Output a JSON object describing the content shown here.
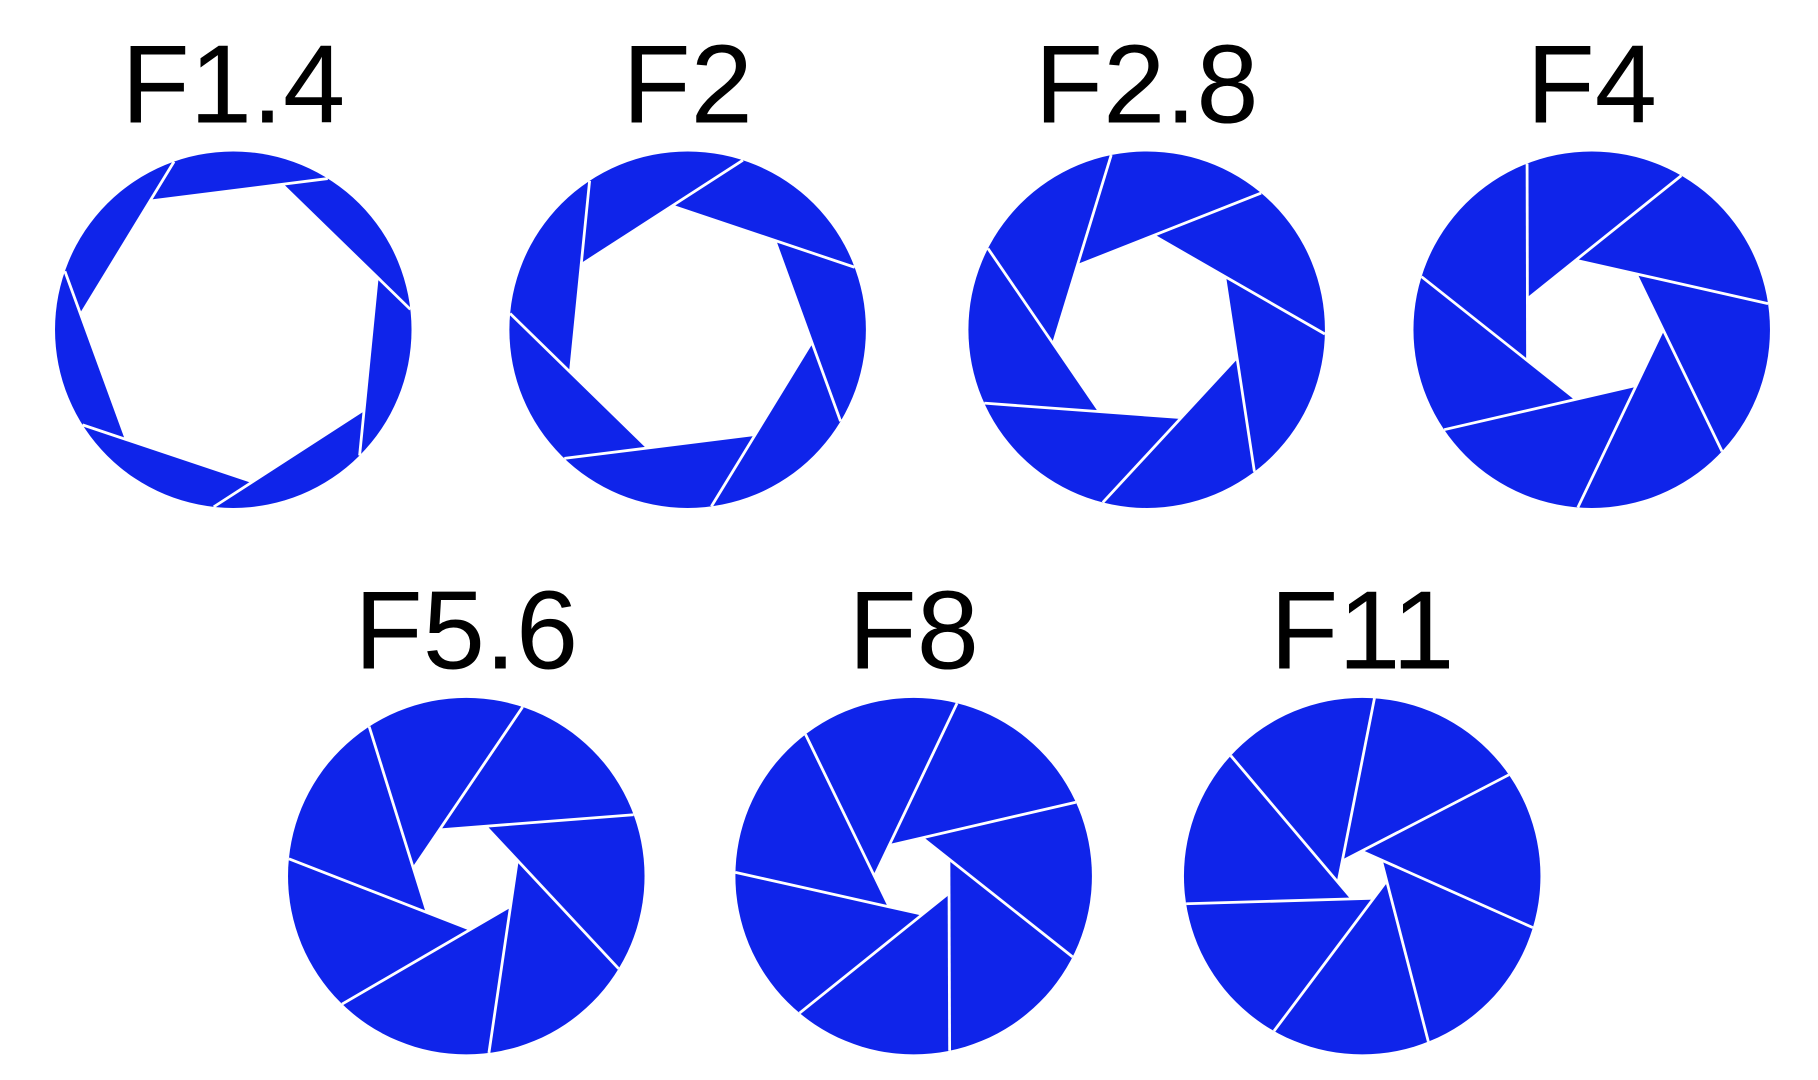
{
  "diagram": {
    "blade_color": "#0f24ea",
    "background": "#ffffff",
    "blade_count": 7,
    "apertures": [
      {
        "label": "F1.4",
        "opening": 0.86
      },
      {
        "label": "F2",
        "opening": 0.7
      },
      {
        "label": "F2.8",
        "opening": 0.53
      },
      {
        "label": "F4",
        "opening": 0.4
      },
      {
        "label": "F5.6",
        "opening": 0.3
      },
      {
        "label": "F8",
        "opening": 0.22
      },
      {
        "label": "F11",
        "opening": 0.14
      }
    ]
  }
}
